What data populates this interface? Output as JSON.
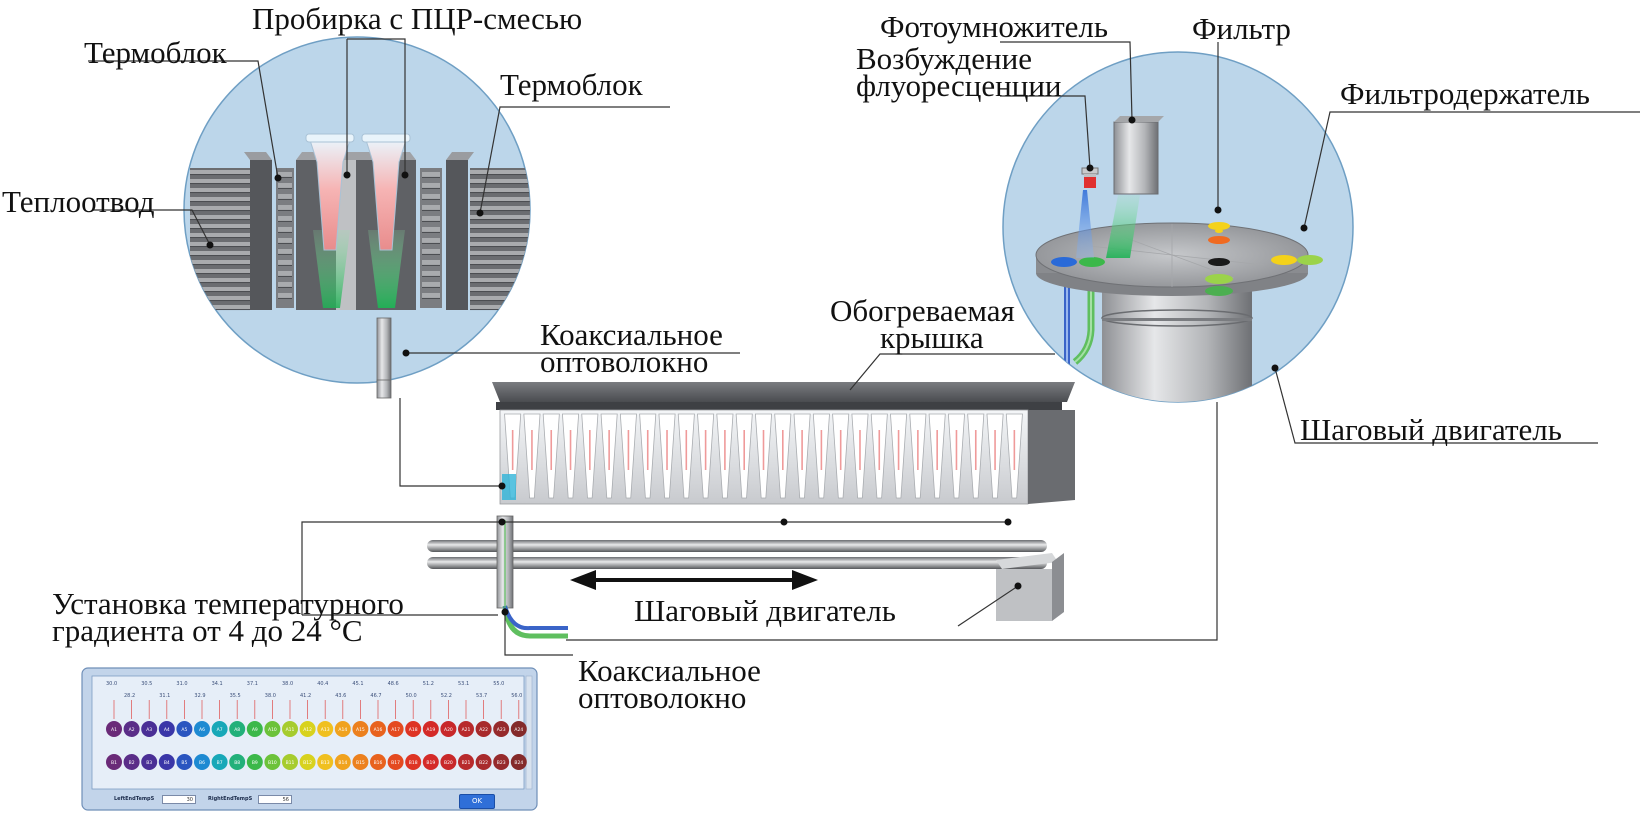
{
  "labels": {
    "tube": "Пробирка с ПЦР-смесью",
    "thermoblock_left": "Термоблок",
    "thermoblock_right": "Термоблок",
    "heat_sink": "Теплоотвод",
    "coax_top_1": "Коаксиальное",
    "coax_top_2": "оптоволокно",
    "heated_lid_1": "Обогреваемая",
    "heated_lid_2": "крышка",
    "pmt": "Фотоумножитель",
    "excitation_1": "Возбуждение",
    "excitation_2": "флуоресценции",
    "filter": "Фильтр",
    "filter_holder": "Фильтродержатель",
    "stepper_right": "Шаговый двигатель",
    "stepper_bottom": "Шаговый двигатель",
    "gradient_1": "Установка температурного",
    "gradient_2": "градиента от 4 до 24 °С",
    "coax_bottom_1": "Коаксиальное",
    "coax_bottom_2": "оптоволокно"
  },
  "gradient_panel": {
    "temps_top": [
      "30.0",
      "30.5",
      "31.0",
      "34.1",
      "37.1",
      "38.0",
      "40.4",
      "45.1",
      "48.6",
      "51.2",
      "53.1",
      "55.0"
    ],
    "temps_bottom": [
      "28.2",
      "31.1",
      "32.9",
      "35.5",
      "38.0",
      "41.2",
      "43.6",
      "46.7",
      "50.0",
      "52.2",
      "53.7",
      "56.0"
    ],
    "row_a_labels": [
      "A1",
      "A2",
      "A3",
      "A4",
      "A5",
      "A6",
      "A7",
      "A8",
      "A9",
      "A10",
      "A11",
      "A12",
      "A13",
      "A14",
      "A15",
      "A16",
      "A17",
      "A18",
      "A19",
      "A20",
      "A21",
      "A22",
      "A23",
      "A24"
    ],
    "row_b_labels": [
      "B1",
      "B2",
      "B3",
      "B4",
      "B5",
      "B6",
      "B7",
      "B8",
      "B9",
      "B10",
      "B11",
      "B12",
      "B13",
      "B14",
      "B15",
      "B16",
      "B17",
      "B18",
      "B19",
      "B20",
      "B21",
      "B22",
      "B23",
      "B24"
    ],
    "well_colors": [
      "#6a2a78",
      "#5a2d88",
      "#4a2f96",
      "#3a36a8",
      "#2a55c0",
      "#1e8ad2",
      "#18a8b8",
      "#22b07a",
      "#3cb84a",
      "#6cc23a",
      "#a6cc2e",
      "#d8d21e",
      "#f0c020",
      "#f0a21e",
      "#ec801e",
      "#e8621e",
      "#e44a20",
      "#de3424",
      "#d42a28",
      "#c8282a",
      "#b82a2c",
      "#a82a2c",
      "#962a2c",
      "#842a2a"
    ],
    "left_field_label": "LeftEndTempS",
    "left_field_value": "30",
    "right_field_label": "RightEndTempS",
    "right_field_value": "56",
    "ok_label": "OK"
  },
  "colors": {
    "circle_fill": "#bcd6ea",
    "circle_stroke": "#6f9fc4",
    "metal_dark": "#5a5c60",
    "metal_light": "#c9cbce",
    "pcr_pink": "#f2a0a0",
    "green_beam": "#3cc470",
    "blue_beam": "#2a6ad8",
    "arrow_red": "#e02020",
    "filter_yellow": "#f4d21a",
    "filter_orange": "#f06a20",
    "filter_green": "#6cc23a"
  }
}
